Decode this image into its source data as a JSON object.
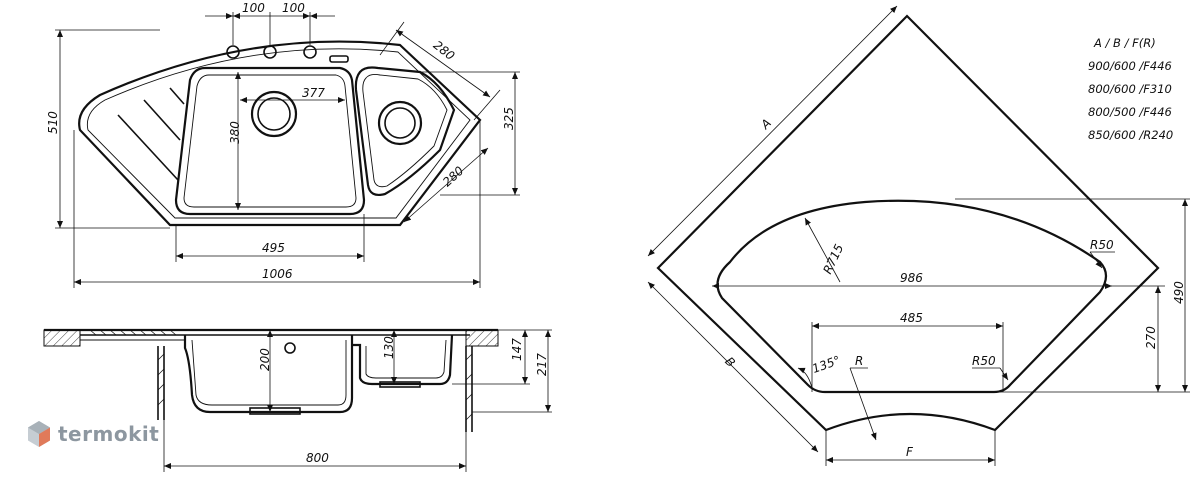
{
  "top_view": {
    "dim_100_left": "100",
    "dim_100_right": "100",
    "dim_280_top": "280",
    "dim_510": "510",
    "dim_377": "377",
    "dim_380": "380",
    "dim_325": "325",
    "dim_280_side": "280",
    "dim_495": "495",
    "dim_1006": "1006"
  },
  "side_view": {
    "dim_200": "200",
    "dim_130": "130",
    "dim_147": "147",
    "dim_217": "217",
    "dim_800": "800"
  },
  "cutout_view": {
    "label_A": "A",
    "label_B": "B",
    "label_F": "F",
    "dim_R715": "R715",
    "dim_R50_top": "R50",
    "dim_986": "986",
    "dim_485": "485",
    "dim_135": "135°",
    "label_R": "R",
    "dim_R50_bottom": "R50",
    "dim_490": "490",
    "dim_270": "270"
  },
  "size_table": {
    "header": "A / B / F(R)",
    "rows": [
      "900/600 /F446",
      "800/600 /F310",
      "800/500 /F446",
      "850/600 /R240"
    ]
  },
  "logo": {
    "text": "termokit"
  }
}
